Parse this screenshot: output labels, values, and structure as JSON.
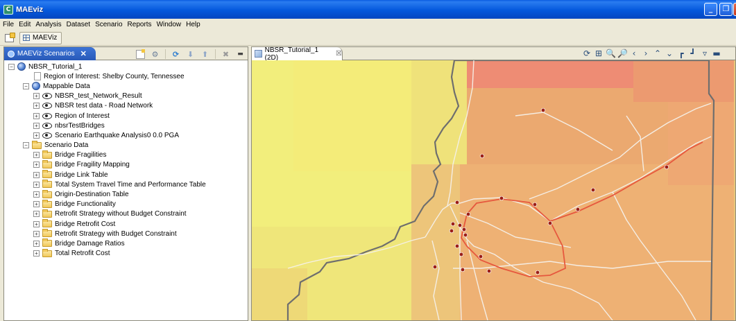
{
  "window": {
    "title": "MAEviz",
    "app_icon_letter": "C",
    "minimize_glyph": "_",
    "maximize_glyph": "❐",
    "close_glyph": "X"
  },
  "menu": [
    "File",
    "Edit",
    "Analysis",
    "Dataset",
    "Scenario",
    "Reports",
    "Window",
    "Help"
  ],
  "perspective": {
    "label": "MAEViz"
  },
  "scenarios_view": {
    "tab_label": "MAEViz Scenarios",
    "close_glyph": "✕",
    "root": "NBSR_Tutorial_1",
    "region": "Region of Interest: Shelby County, Tennessee",
    "mappable_label": "Mappable Data",
    "mappable_items": [
      "NBSR_test_Network_Result",
      "NBSR test data - Road Network",
      "Region of Interest",
      "nbsrTestBridges",
      "Scenario Earthquake Analysis0 0.0 PGA"
    ],
    "scenario_label": "Scenario Data",
    "scenario_items": [
      "Bridge Fragilities",
      "Bridge Fragility Mapping",
      "Bridge Link Table",
      "Total System Travel Time and Performance Table",
      "Origin-Destination Table",
      "Bridge Functionality",
      "Retrofit Strategy without Budget Constraint",
      "Bridge Retrofit Cost",
      "Retrofit Strategy with Budget Constraint",
      "Bridge Damage Ratios",
      "Total Retrofit Cost"
    ],
    "toolbar_icons": [
      "new-icon",
      "gear-icon",
      "refresh-icon",
      "move-down-icon",
      "move-up-icon",
      "delete-icon",
      "minimize-icon",
      "maximize-icon"
    ]
  },
  "map_view": {
    "tab_label": "NBSR_Tutorial_1 (2D)",
    "close_glyph": "☒",
    "toolbar_icons": [
      "refresh-icon",
      "extent-icon",
      "zoom-in-icon",
      "zoom-out-icon",
      "back-icon",
      "forward-icon",
      "pan-up-icon",
      "pan-down-icon",
      "select-icon",
      "info-icon",
      "view-menu-icon",
      "minimize-icon"
    ],
    "colors": {
      "low": "#f2ee7c",
      "mid": "#edd77a",
      "high": "#eba970",
      "top": "#ee8c74",
      "boundary": "#6e6e6e",
      "roads": "#f5f1ea",
      "network_result": "#e6583e",
      "bridges": "#9c1f16"
    }
  }
}
